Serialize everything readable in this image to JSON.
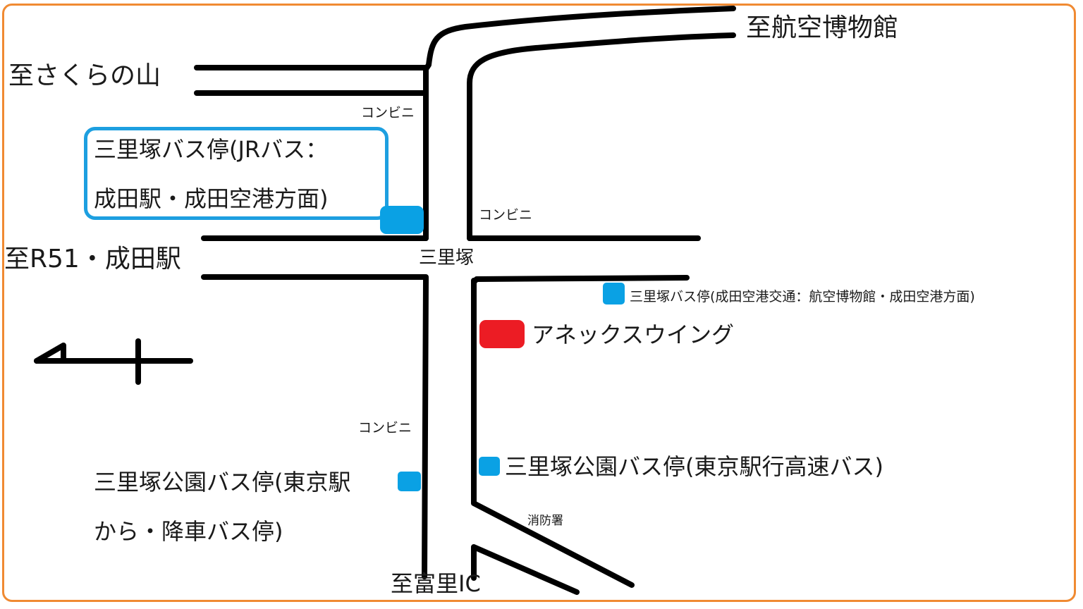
{
  "map": {
    "directions": {
      "museum": "至航空博物館",
      "sakura": "至さくらの山",
      "narita_station": "至R51・成田駅",
      "tomisato": "至富里IC"
    },
    "intersection": "三里塚",
    "convenience_store": "コンビニ",
    "fire_station": "消防署",
    "jr_bus_stop": {
      "line1": "三里塚バス停(JRバス：",
      "line2": "成田駅・成田空港方面)"
    },
    "kotsu_bus_stop": "三里塚バス停(成田空港交通：航空博物館・成田空港方面)",
    "hotel": "アネックスウイング",
    "park_bus_stop_east": "三里塚公園バス停(東京駅行高速バス)",
    "park_bus_stop_west": {
      "line1": "三里塚公園バス停(東京駅",
      "line2": "から・降車バス停)"
    },
    "colors": {
      "frame": "#f08a32",
      "bus_stop": "#0aa1e4",
      "hotel": "#ec1c24",
      "callout": "#1d9fe0",
      "road": "#000000"
    },
    "icons": [
      "north-arrow-icon",
      "bus-stop-marker-icon",
      "hotel-marker-icon"
    ]
  }
}
